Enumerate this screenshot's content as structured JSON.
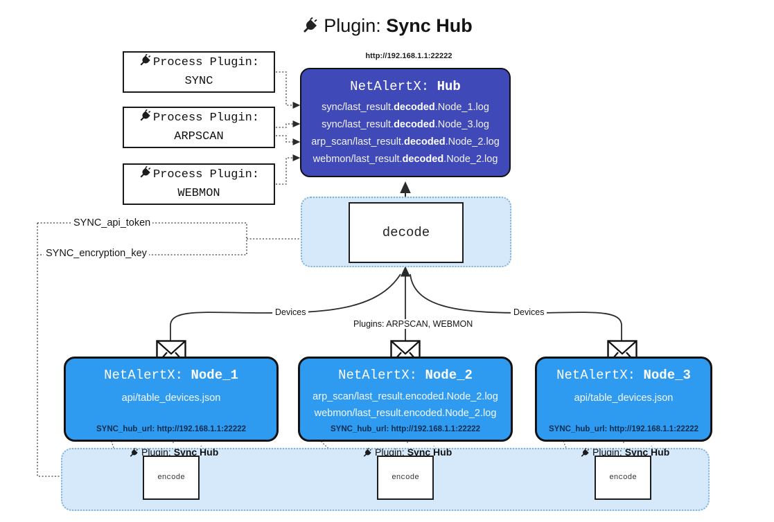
{
  "title": {
    "icon": "plug-icon",
    "prefix": "Plugin:",
    "name": "Sync Hub"
  },
  "process_plugins": [
    {
      "icon": "plug-icon",
      "line1": "Process Plugin:",
      "line2": "SYNC"
    },
    {
      "icon": "plug-icon",
      "line1": "Process Plugin:",
      "line2": "ARPSCAN"
    },
    {
      "icon": "plug-icon",
      "line1": "Process Plugin:",
      "line2": "WEBMON"
    }
  ],
  "hub": {
    "url": "http://192.168.1.1:22222",
    "title_prefix": "NetAlertX:",
    "title_name": "Hub",
    "logs": [
      {
        "pre": "sync/last_result.",
        "em": "decoded",
        "post": ".Node_1.log"
      },
      {
        "pre": "sync/last_result.",
        "em": "decoded",
        "post": ".Node_3.log"
      },
      {
        "pre": "arp_scan/last_result.",
        "em": "decoded",
        "post": ".Node_2.log"
      },
      {
        "pre": "webmon/last_result.",
        "em": "decoded",
        "post": ".Node_2.log"
      }
    ]
  },
  "decode": {
    "label": "decode"
  },
  "keys": {
    "api_token": "SYNC_api_token",
    "encryption_key": "SYNC_encryption_key"
  },
  "edge_labels": {
    "devices_left": "Devices",
    "devices_right": "Devices",
    "plugins_center": "Plugins: ARPSCAN, WEBMON"
  },
  "nodes": [
    {
      "title_prefix": "NetAlertX:",
      "title_name": "Node_1",
      "lines": [
        {
          "pre": "api/table_devices.json",
          "em": "",
          "post": ""
        }
      ],
      "hub_url_label": "SYNC_hub_url: http://192.168.1.1:22222",
      "icon": "envelope-icon"
    },
    {
      "title_prefix": "NetAlertX:",
      "title_name": "Node_2",
      "lines": [
        {
          "pre": "arp_scan/last_result.encoded.Node_2.log",
          "em": "",
          "post": ""
        },
        {
          "pre": "webmon/last_result.encoded.Node_2.log",
          "em": "",
          "post": ""
        }
      ],
      "hub_url_label": "SYNC_hub_url: http://192.168.1.1:22222",
      "icon": "envelope-icon"
    },
    {
      "title_prefix": "NetAlertX:",
      "title_name": "Node_3",
      "lines": [
        {
          "pre": "api/table_devices.json",
          "em": "",
          "post": ""
        }
      ],
      "hub_url_label": "SYNC_hub_url: http://192.168.1.1:22222",
      "icon": "envelope-icon"
    }
  ],
  "band": {
    "plugin_prefix": "Plugin:",
    "plugin_name": "Sync Hub",
    "encode_label": "encode",
    "icon": "plug-icon"
  },
  "colors": {
    "hub_fill": "#4049b8",
    "node_fill": "#2f9bf0",
    "container_fill": "#d6e9fa",
    "container_border": "#7fb2d8",
    "stroke": "#1a1a1a",
    "page_bg": "#ffffff"
  }
}
